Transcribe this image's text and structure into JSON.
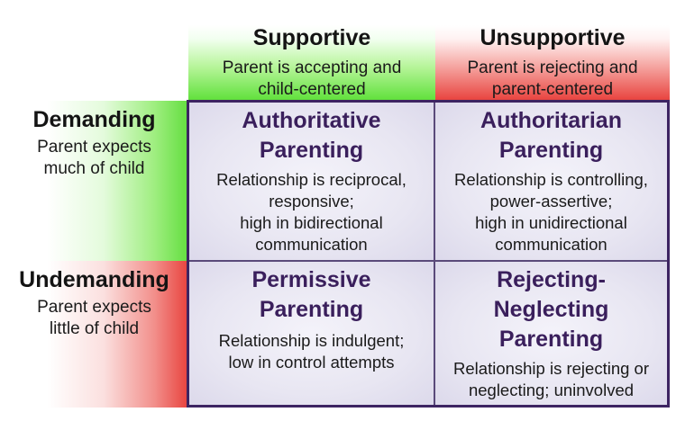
{
  "columns": {
    "supportive": {
      "title": "Supportive",
      "desc_lines": [
        "Parent is accepting and",
        "child-centered"
      ],
      "color": "#5fe03a"
    },
    "unsupportive": {
      "title": "Unsupportive",
      "desc_lines": [
        "Parent is rejecting and",
        "parent-centered"
      ],
      "color": "#e8423d"
    }
  },
  "rows": {
    "demanding": {
      "title": "Demanding",
      "desc_lines": [
        "Parent expects",
        "much of child"
      ],
      "color": "#63de3f"
    },
    "undemanding": {
      "title": "Undemanding",
      "desc_lines": [
        "Parent expects",
        "little of child"
      ],
      "color": "#e8423d"
    }
  },
  "cells": {
    "authoritative": {
      "title_lines": [
        "Authoritative",
        "Parenting"
      ],
      "desc_lines": [
        "Relationship is reciprocal,",
        "responsive;",
        "high in bidirectional",
        "communication"
      ]
    },
    "authoritarian": {
      "title_lines": [
        "Authoritarian",
        "Parenting"
      ],
      "desc_lines": [
        "Relationship is controlling,",
        "power-assertive;",
        "high in unidirectional",
        "communication"
      ]
    },
    "permissive": {
      "title_lines": [
        "Permissive",
        "Parenting"
      ],
      "desc_lines": [
        "Relationship is indulgent;",
        "low in control attempts"
      ]
    },
    "rejecting_neglecting": {
      "title_lines": [
        "Rejecting-",
        "Neglecting",
        "Parenting"
      ],
      "desc_lines": [
        "Relationship is rejecting or",
        "neglecting; uninvolved"
      ]
    }
  },
  "colors": {
    "grid_border": "#3d2462",
    "style_title": "#3a1f5c",
    "cell_fill": "#e6e4f1"
  }
}
